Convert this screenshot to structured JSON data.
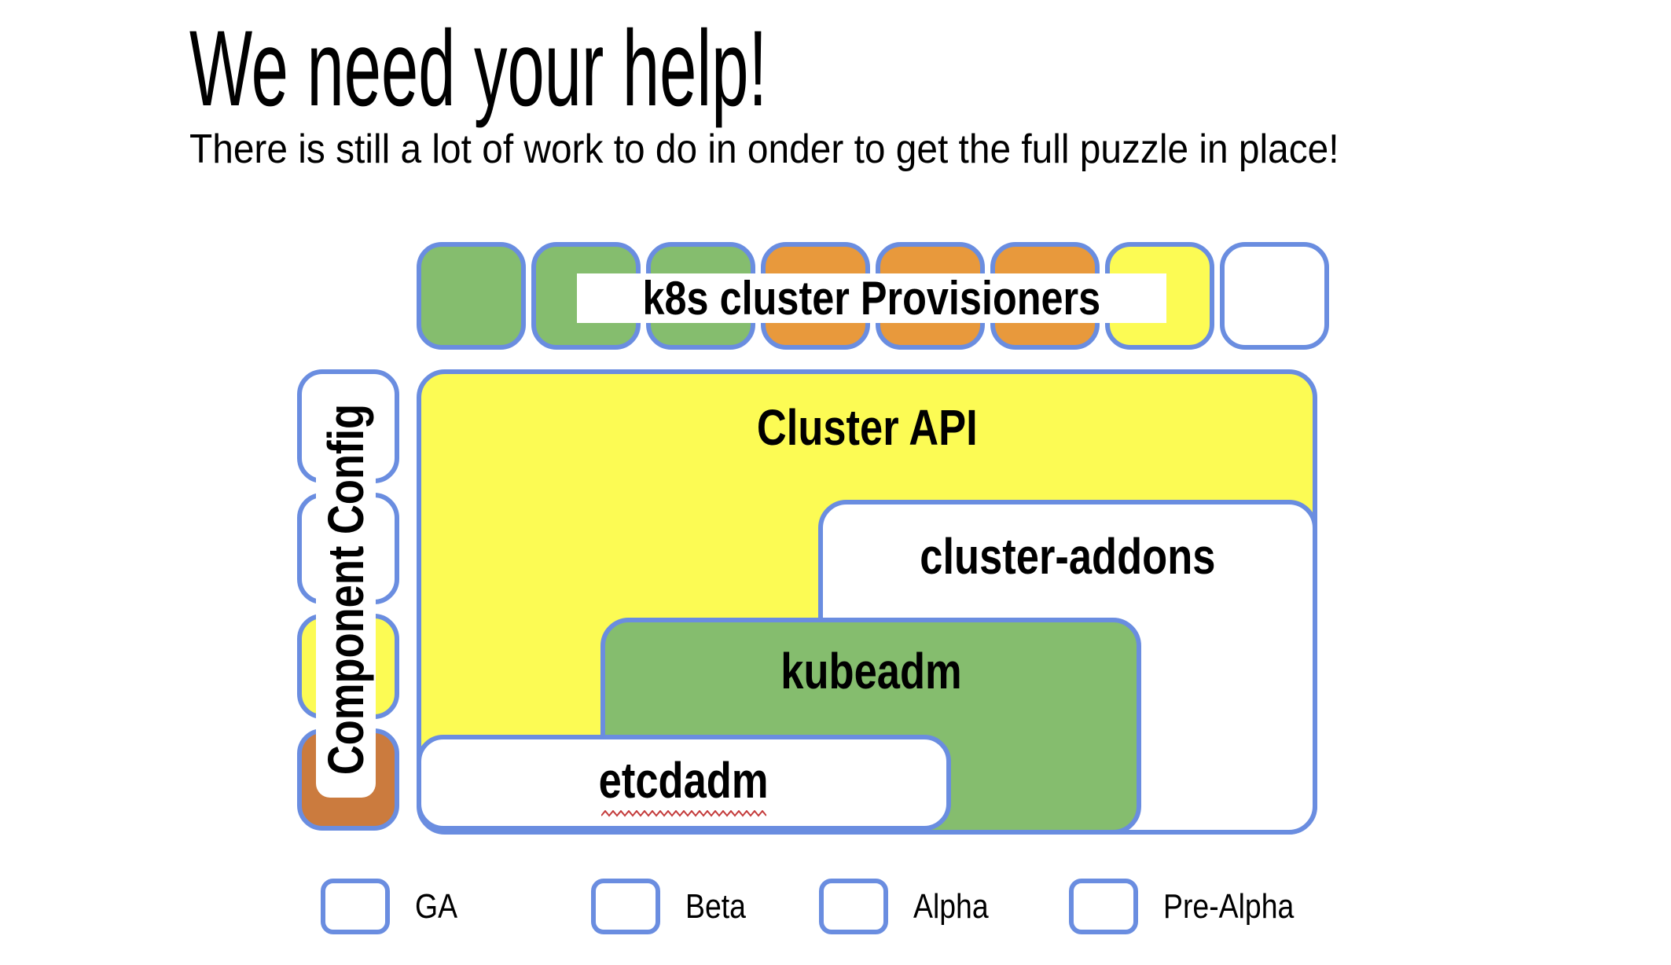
{
  "slide": {
    "title": "We need your help!",
    "subtitle": "There is still a lot of work to do in onder to get the full puzzle in place!"
  },
  "diagram": {
    "provisioners": {
      "label": "k8s cluster Provisioners",
      "squares": [
        {
          "status": "GA",
          "cls": "chip fill-ga"
        },
        {
          "status": "GA",
          "cls": "chip fill-ga"
        },
        {
          "status": "GA",
          "cls": "chip fill-ga"
        },
        {
          "status": "Beta",
          "cls": "chip fill-beta"
        },
        {
          "status": "Beta",
          "cls": "chip fill-beta"
        },
        {
          "status": "Beta",
          "cls": "chip fill-beta"
        },
        {
          "status": "Alpha",
          "cls": "chip fill-alpha"
        },
        {
          "status": "Pre-Alpha",
          "cls": "chip fill-prealpha"
        }
      ]
    },
    "component_config": {
      "label": "Component Config",
      "squares": [
        {
          "status": "Pre-Alpha",
          "cls": "chip fill-prealpha"
        },
        {
          "status": "Pre-Alpha",
          "cls": "chip fill-prealpha"
        },
        {
          "status": "Alpha",
          "cls": "chip fill-alpha"
        },
        {
          "status": "Beta",
          "cls": "chip fill-beta-dark"
        }
      ]
    },
    "boxes": [
      {
        "id": "cluster-api",
        "label": "Cluster API",
        "status": "Alpha"
      },
      {
        "id": "cluster-addons",
        "label": "cluster-addons",
        "status": "Pre-Alpha"
      },
      {
        "id": "kubeadm",
        "label": "kubeadm",
        "status": "GA"
      },
      {
        "id": "etcdadm",
        "label": "etcdadm",
        "status": "Pre-Alpha",
        "spellcheck_underline": true
      }
    ]
  },
  "legend": {
    "items": [
      {
        "label": "GA",
        "color": "#85BD6E",
        "cls": "legend-chip fill-ga"
      },
      {
        "label": "Beta",
        "color": "#E8993C",
        "cls": "legend-chip fill-beta"
      },
      {
        "label": "Alpha",
        "color": "#FCFB54",
        "cls": "legend-chip fill-alpha"
      },
      {
        "label": "Pre-Alpha",
        "color": "#FFFFFF",
        "cls": "legend-chip fill-prealpha"
      }
    ]
  },
  "colors": {
    "border_blue": "#6A8DE0",
    "ga_green": "#85BD6E",
    "beta_orange": "#E8993C",
    "beta_dark_orange": "#CB7B3E",
    "alpha_yellow": "#FCFB54",
    "pre_alpha_white": "#FFFFFF",
    "squiggle_red": "#C43C3C",
    "text_black": "#000000"
  }
}
